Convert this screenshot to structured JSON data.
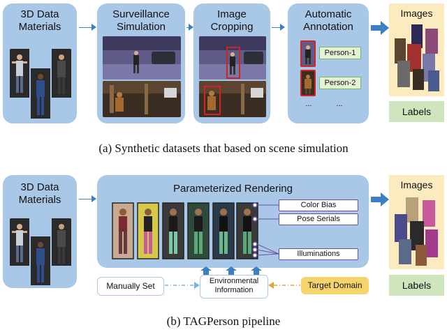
{
  "top_row": {
    "materials_title": "3D Data\nMaterials",
    "surveillance_title": "Surveillance\nSimulation",
    "cropping_title": "Image\nCropping",
    "annotation_title": "Automatic\nAnnotation",
    "person1": "Person-1",
    "person2": "Person-2",
    "ellipsis_left": "...",
    "ellipsis_right": "...",
    "images_label": "Images",
    "labels_label": "Labels"
  },
  "caption_a": "(a) Synthetic datasets that based on scene simulation",
  "bottom_row": {
    "materials_title": "3D Data\nMaterials",
    "rendering_title": "Parameterized Rendering",
    "attributes": [
      "Color Bias",
      "Pose Serials",
      "Illuminations"
    ],
    "manually_set": "Manually Set",
    "environmental": "Environmental\nInformation",
    "target_domain": "Target Domain",
    "images_label": "Images",
    "labels_label": "Labels"
  },
  "caption_b": "(b) TAGPerson pipeline",
  "colors": {
    "panel": "#a9c8e8",
    "arrow": "#3b7fc4",
    "images_bg": "#fdebc0",
    "labels_bg": "#cfe5bd",
    "target_domain_bg": "#f7d46b",
    "crop_box": "#d22222"
  }
}
